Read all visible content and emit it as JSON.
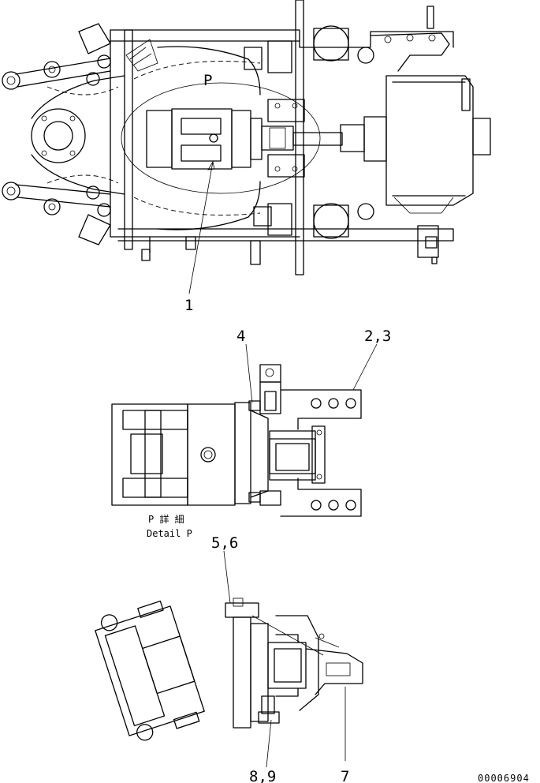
{
  "callouts": {
    "c1": "1",
    "c4": "4",
    "c23": "2,3",
    "c56": "5,6",
    "c89": "8,9",
    "c7": "7",
    "p": "P"
  },
  "detail": {
    "title_jp": "P 詳 細",
    "title_en": "Detail P"
  },
  "drawing_number": "00006904"
}
